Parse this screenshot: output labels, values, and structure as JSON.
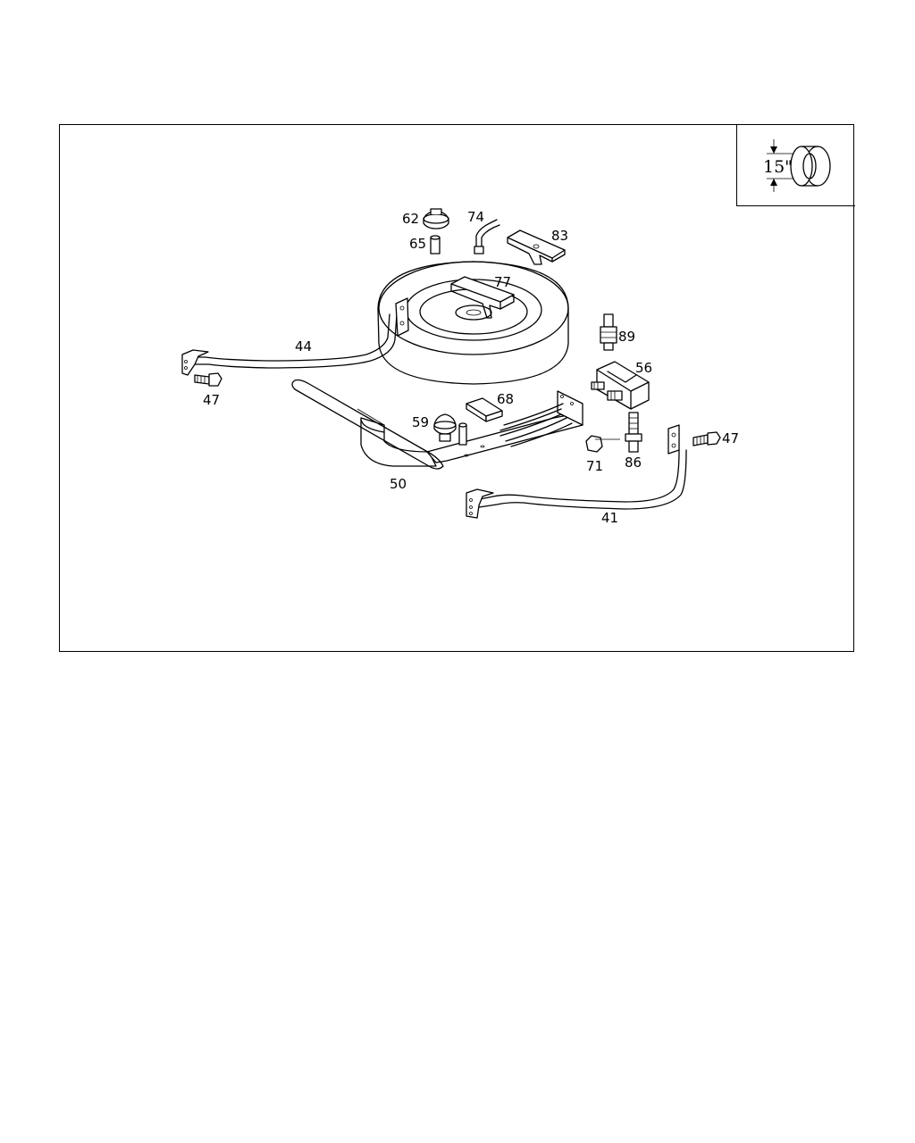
{
  "inset": {
    "size_label": "15\""
  },
  "callouts": [
    "62",
    "74",
    "83",
    "65",
    "77",
    "89",
    "44",
    "56",
    "47",
    "68",
    "59",
    "47",
    "71",
    "86",
    "50",
    "41"
  ],
  "colors": {
    "line": "#000000",
    "background": "#ffffff"
  }
}
